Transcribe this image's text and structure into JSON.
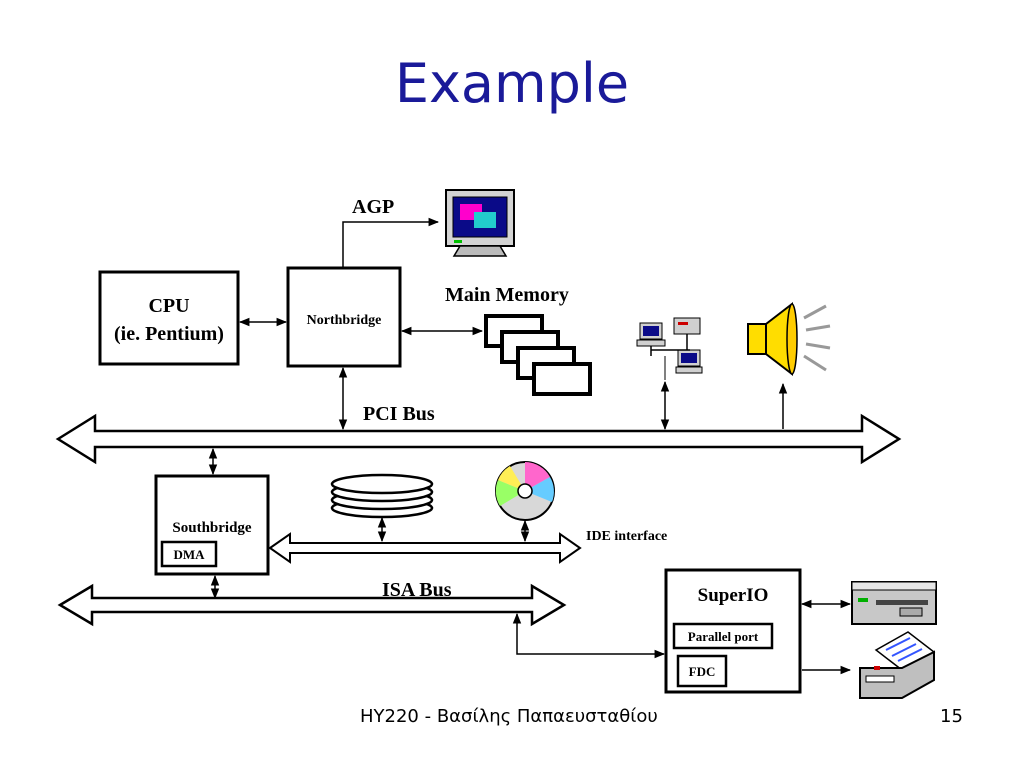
{
  "slide": {
    "title": "Example",
    "footer": "ΗΥ220 - Βασίλης Παπαευσταθίου",
    "page_number": "15"
  },
  "diagram": {
    "cpu_line1": "CPU",
    "cpu_line2": "(ie. Pentium)",
    "northbridge": "Northbridge",
    "agp": "AGP",
    "main_memory": "Main Memory",
    "pci_bus": "PCI Bus",
    "southbridge": "Southbridge",
    "dma": "DMA",
    "ide_interface": "IDE interface",
    "isa_bus": "ISA Bus",
    "superio": "SuperIO",
    "parallel_port": "Parallel port",
    "fdc": "FDC"
  },
  "icons": {
    "monitor": "monitor-icon",
    "network": "network-computers-icon",
    "speaker": "speaker-icon",
    "hard_disk": "hard-disk-platters-icon",
    "cd": "cd-disc-icon",
    "floppy": "floppy-drive-icon",
    "printer": "printer-icon"
  }
}
